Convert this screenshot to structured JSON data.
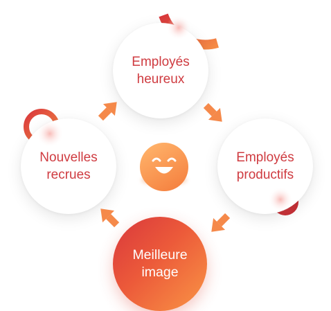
{
  "diagram": {
    "nodes": [
      {
        "id": "top",
        "label_line1": "Employés",
        "label_line2": "heureux",
        "style": "light"
      },
      {
        "id": "right",
        "label_line1": "Employés",
        "label_line2": "productifs",
        "style": "light"
      },
      {
        "id": "bottom",
        "label_line1": "Meilleure",
        "label_line2": "image",
        "style": "accent"
      },
      {
        "id": "left",
        "label_line1": "Nouvelles",
        "label_line2": "recrues",
        "style": "light"
      }
    ],
    "center_icon": "smiley-face-icon",
    "cycle_direction": "clockwise",
    "colors": {
      "label_text": "#cf3b40",
      "accent_start": "#d9383c",
      "accent_end": "#f99545",
      "arrow": "#f5894a"
    }
  }
}
